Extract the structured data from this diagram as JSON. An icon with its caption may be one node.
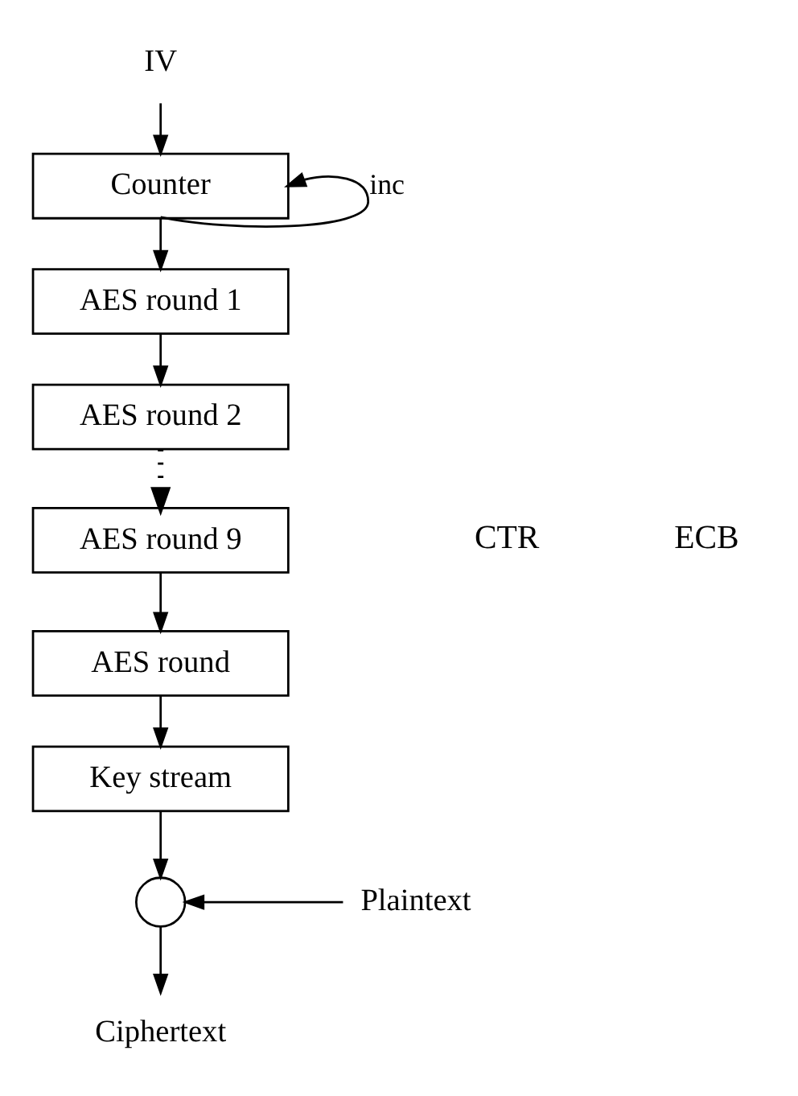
{
  "diagram": {
    "nodes": [
      {
        "text": [
          "IV"
        ]
      },
      {
        "text": [
          "Counter"
        ]
      },
      {
        "text": [
          "AES round 1"
        ]
      },
      {
        "text": [
          "AES round 2"
        ]
      },
      {
        "text": [
          "AES round 9"
        ]
      },
      {
        "text": [
          "AES round"
        ]
      },
      {
        "text": [
          "Key stream"
        ]
      },
      {
        "text": [],
        "shape": "circle"
      },
      {
        "text": [
          "Plaintext"
        ]
      },
      {
        "text": [
          "Ciphertext"
        ]
      }
    ],
    "edges": [
      {
        "from": 0,
        "to": 1,
        "arrow": "to"
      },
      {
        "from": 1,
        "to": 2,
        "arrow": "to"
      },
      {
        "from": 1,
        "to": 1,
        "arrow": "to",
        "label": "inc"
      },
      {
        "from": 2,
        "to": 3,
        "arrow": "to"
      },
      {
        "from": 3,
        "to": 4,
        "arrow": "to",
        "style": "dashed"
      },
      {
        "from": 4,
        "to": 5,
        "arrow": "to"
      },
      {
        "from": 5,
        "to": 6,
        "arrow": "to"
      },
      {
        "from": 6,
        "to": 7,
        "arrow": "to"
      },
      {
        "from": 8,
        "to": 7,
        "arrow": "to"
      },
      {
        "from": 7,
        "to": 9,
        "arrow": "to"
      }
    ],
    "labels": [
      "ECB",
      "CTR"
    ]
  }
}
